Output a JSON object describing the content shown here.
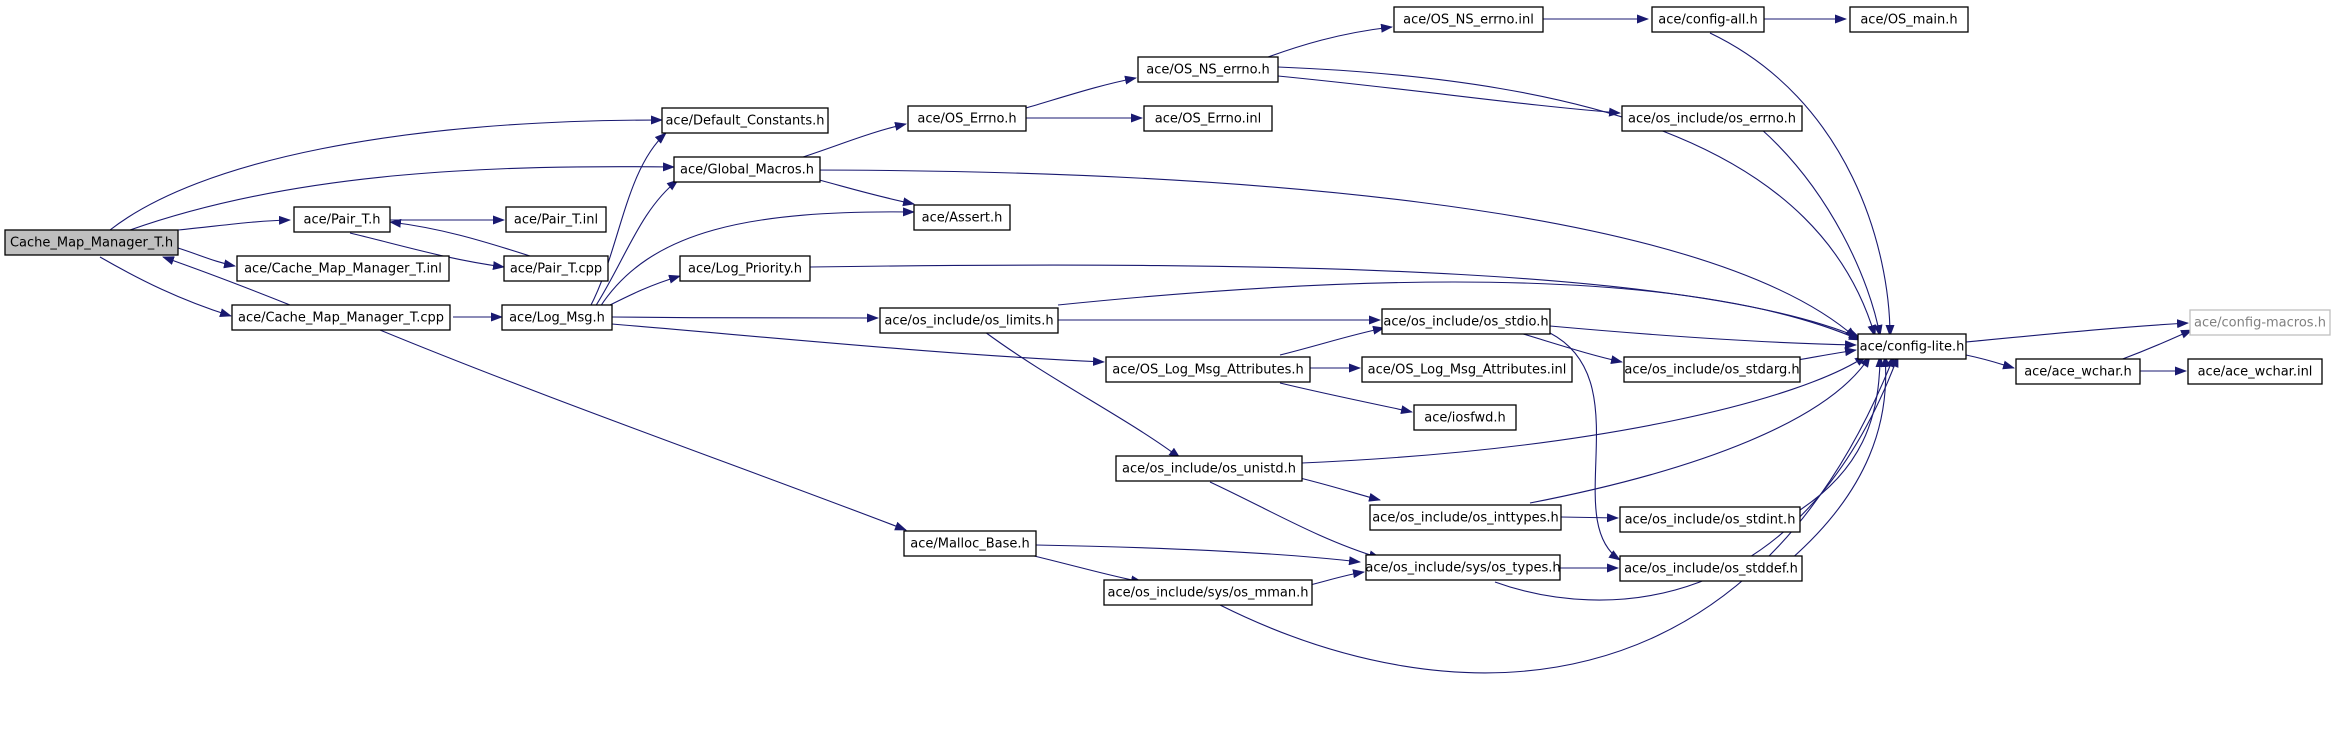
{
  "colors": {
    "edge": "#191970",
    "root_fill": "#bfbfbf",
    "missing_border": "#bfbfbf",
    "missing_text": "#808080"
  },
  "nodes": {
    "cmm_h": "Cache_Map_Manager_T.h",
    "defc": "ace/Default_Constants.h",
    "glob": "ace/Global_Macros.h",
    "pair_h": "ace/Pair_T.h",
    "cmm_inl": "ace/Cache_Map_Manager_T.inl",
    "cmm_cpp": "ace/Cache_Map_Manager_T.cpp",
    "pair_inl": "ace/Pair_T.inl",
    "pair_cpp": "ace/Pair_T.cpp",
    "logmsg": "ace/Log_Msg.h",
    "oserrno": "ace/OS_Errno.h",
    "assert": "ace/Assert.h",
    "logpri": "ace/Log_Priority.h",
    "nserrno": "ace/OS_NS_errno.h",
    "oserrinl": "ace/OS_Errno.inl",
    "nserrinl": "ace/OS_NS_errno.inl",
    "cfgall": "ace/config-all.h",
    "osmain": "ace/OS_main.h",
    "oserrh": "ace/os_include/os_errno.h",
    "limits": "ace/os_include/os_limits.h",
    "stdio": "ace/os_include/os_stdio.h",
    "cfglite": "ace/config-lite.h",
    "cfgmac": "ace/config-macros.h",
    "attrs": "ace/OS_Log_Msg_Attributes.h",
    "attrsinl": "ace/OS_Log_Msg_Attributes.inl",
    "stdarg": "ace/os_include/os_stdarg.h",
    "wchar": "ace/ace_wchar.h",
    "wcharinl": "ace/ace_wchar.inl",
    "iosfwd": "ace/iosfwd.h",
    "unistd": "ace/os_include/os_unistd.h",
    "inttypes": "ace/os_include/os_inttypes.h",
    "stdint": "ace/os_include/os_stdint.h",
    "malloc": "ace/Malloc_Base.h",
    "systypes": "ace/os_include/sys/os_types.h",
    "stddef": "ace/os_include/os_stddef.h",
    "mman": "ace/os_include/sys/os_mman.h"
  }
}
